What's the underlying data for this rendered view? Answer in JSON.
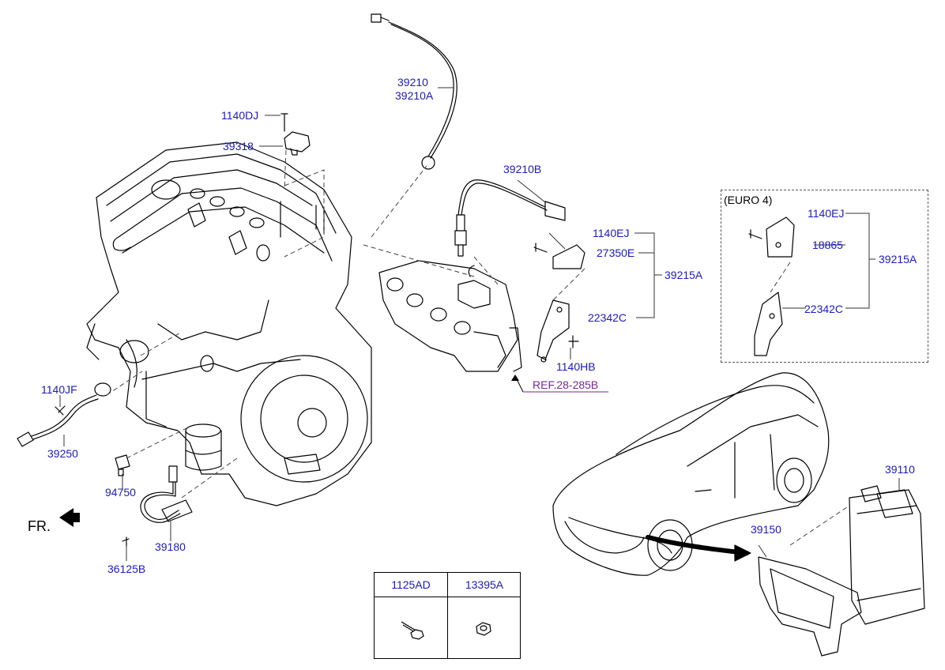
{
  "diagram": {
    "front_indicator": "FR.",
    "parts": {
      "p1140DJ": "1140DJ",
      "p39318": "39318",
      "p39210": "39210",
      "p39210A": "39210A",
      "p39210B": "39210B",
      "p1140EJ": "1140EJ",
      "p27350E": "27350E",
      "p39215A": "39215A",
      "p22342C": "22342C",
      "p1140HB": "1140HB",
      "ref": "REF.28-285B",
      "p1140JF": "1140JF",
      "p39250": "39250",
      "p94750": "94750",
      "p39180": "39180",
      "p36125B": "36125B",
      "p39110": "39110",
      "p39150": "39150"
    },
    "euro4": {
      "title": "(EURO 4)",
      "p1140EJ": "1140EJ",
      "p18865": "18865",
      "p39215A": "39215A",
      "p22342C": "22342C"
    },
    "legend": {
      "col1": "1125AD",
      "col2": "13395A"
    }
  }
}
